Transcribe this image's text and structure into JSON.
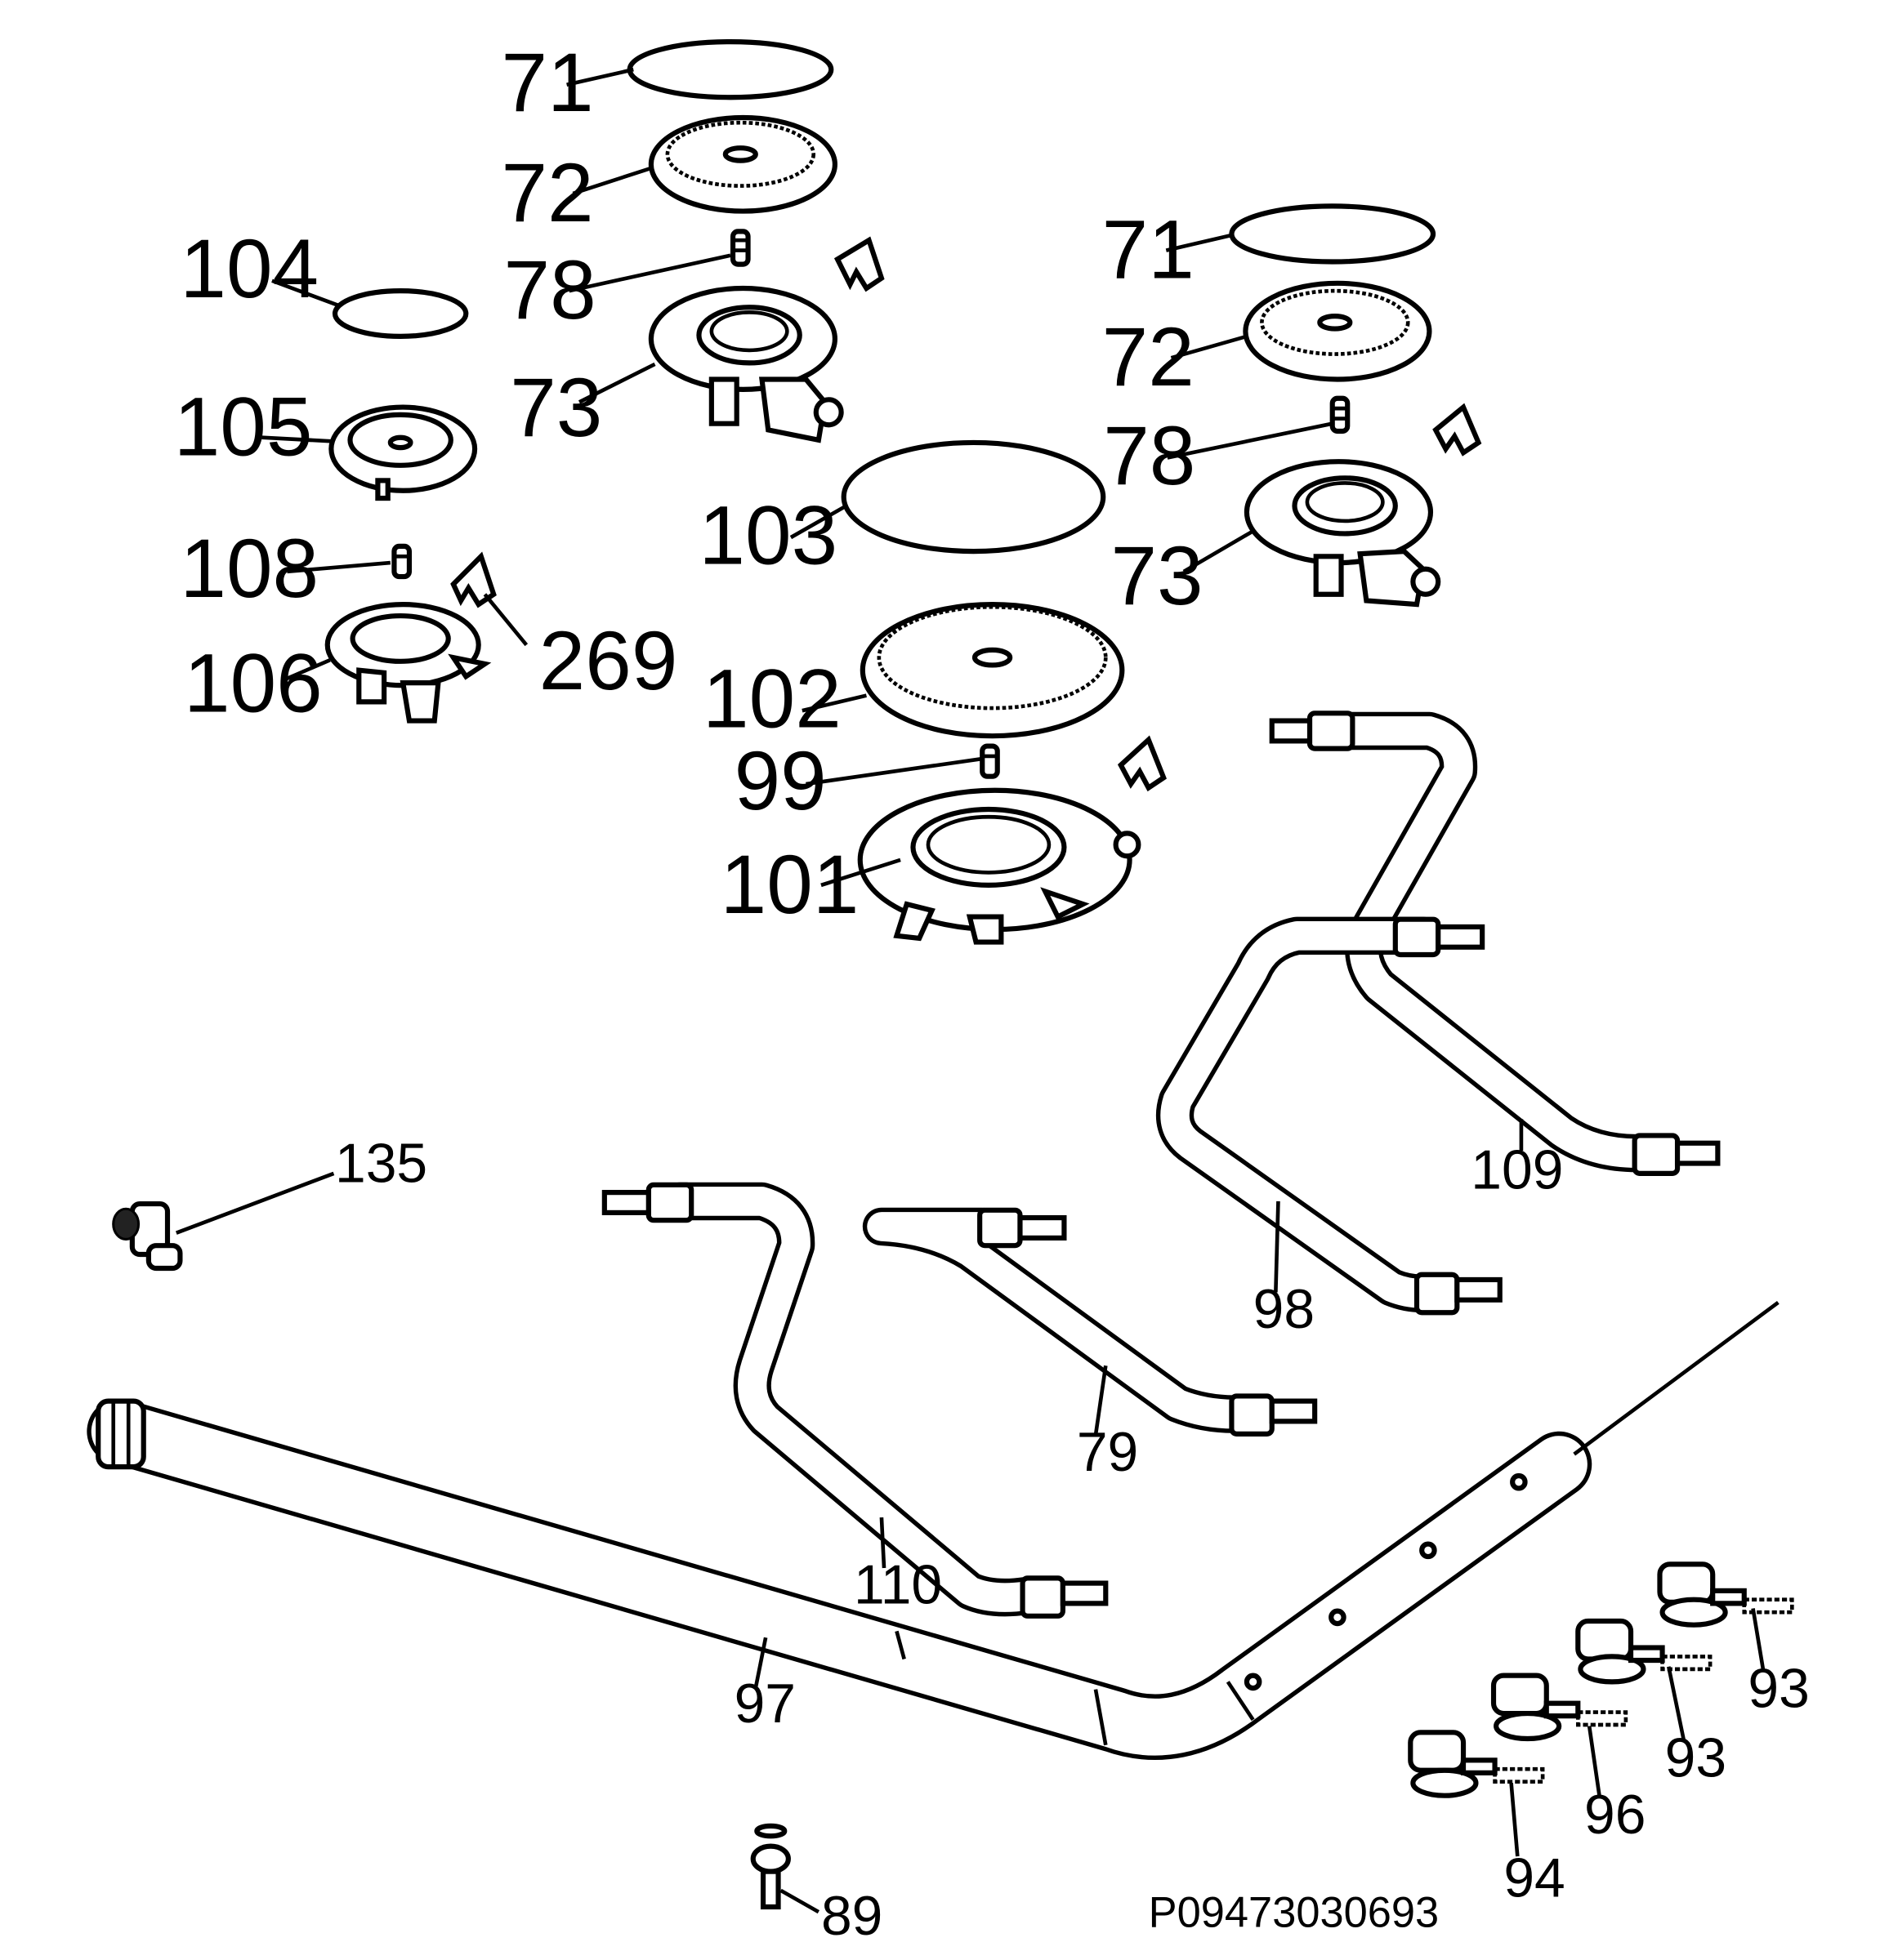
{
  "diagram": {
    "code": "P09473030693",
    "callouts": {
      "c71a": "71",
      "c72a": "72",
      "c78a": "78",
      "c73a": "73",
      "c104": "104",
      "c105": "105",
      "c108": "108",
      "c106": "106",
      "c269": "269",
      "c71b": "71",
      "c72b": "72",
      "c78b": "78",
      "c73b": "73",
      "c103": "103",
      "c102": "102",
      "c99": "99",
      "c101": "101",
      "c135": "135",
      "c109": "109",
      "c98": "98",
      "c79": "79",
      "c110": "110",
      "c97": "97",
      "c93a": "93",
      "c93b": "93",
      "c96": "96",
      "c94": "94",
      "c89": "89"
    }
  }
}
